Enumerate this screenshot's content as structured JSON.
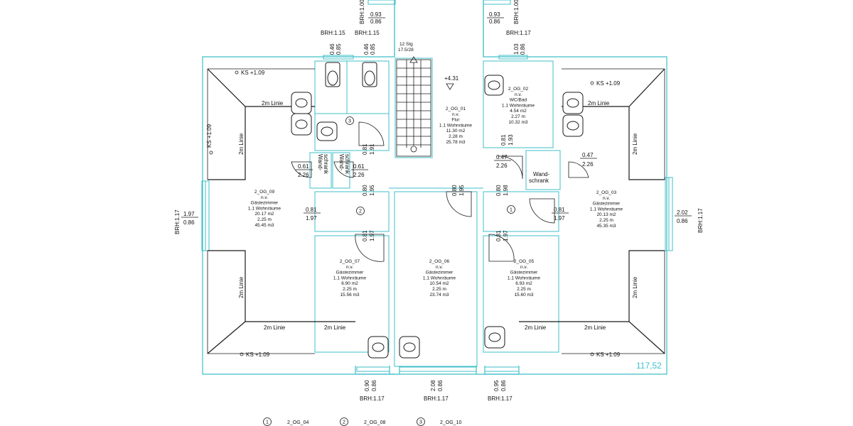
{
  "total_area": "117,52",
  "colors": {
    "outline": "#3fbfc8",
    "wall": "#1a1a1a",
    "total": "#3fbfc8"
  },
  "rooms": [
    {
      "id": "2_OG_01",
      "lines": [
        "2_OG_01",
        "n.v.",
        "Flur",
        "1.1 Wohnräume",
        "11.30 m2",
        "2.28 m",
        "25.78 m3"
      ]
    },
    {
      "id": "2_OG_02",
      "lines": [
        "2_OG_02",
        "n.v.",
        "WC/Bad",
        "1.1 Wohnräume",
        "4.54 m2",
        "2.27 m",
        "10.32 m3"
      ]
    },
    {
      "id": "2_OG_03",
      "lines": [
        "2_OG_03",
        "n.v.",
        "Gästezimmer",
        "1.1 Wohnräume",
        "20.13 m2",
        "2.25 m",
        "45.35 m3"
      ]
    },
    {
      "id": "2_OG_05",
      "lines": [
        "2_OG_05",
        "n.v.",
        "Gästezimmer",
        "1.1 Wohnräume",
        "6.93 m2",
        "2.25 m",
        "15.60 m3"
      ]
    },
    {
      "id": "2_OG_06",
      "lines": [
        "2_OG_06",
        "n.v.",
        "Gästezimmer",
        "1.1 Wohnräume",
        "10.54 m2",
        "2.25 m",
        "23.74 m3"
      ]
    },
    {
      "id": "2_OG_07",
      "lines": [
        "2_OG_07",
        "n.v.",
        "Gästezimmer",
        "1.1 Wohnräume",
        "6.90 m2",
        "2.25 m",
        "15.56 m3"
      ]
    },
    {
      "id": "2_OG_09",
      "lines": [
        "2_OG_09",
        "n.v.",
        "Gästezimmer",
        "1.1 Wohnräume",
        "20.17 m2",
        "2.25 m",
        "45.45 m3"
      ]
    }
  ],
  "labels": {
    "ks": "KS +1.09",
    "linie": "2m Linie",
    "wandschrank": "Wand-",
    "wandschrank2": "schrank",
    "stair_count": "12 Stg",
    "stair_ratio": "17.5/28",
    "level": "+4.31"
  },
  "brh": {
    "b100": "BRH:1.00",
    "b115": "BRH:1.15",
    "b117": "BRH:1.17"
  },
  "dims": {
    "d093": "0.93",
    "d086": "0.86",
    "d046": "0.46",
    "d085": "0.85",
    "d103": "1.03",
    "d081": "0.81",
    "d191": "1.91",
    "d193": "1.93",
    "d061": "0.61",
    "d226": "2.26",
    "d047": "0.47",
    "d080": "0.80",
    "d195": "1.95",
    "d198": "1.98",
    "d197": "1.97",
    "d202": "2.02",
    "d090": "0.90",
    "d208": "2.08",
    "d095": "0.95"
  },
  "markers": {
    "m1": "1",
    "m2": "2",
    "m3": "3"
  },
  "legend": [
    {
      "num": "1",
      "text": "2_OG_04"
    },
    {
      "num": "2",
      "text": "2_OG_08"
    },
    {
      "num": "3",
      "text": "2_OG_10"
    }
  ]
}
